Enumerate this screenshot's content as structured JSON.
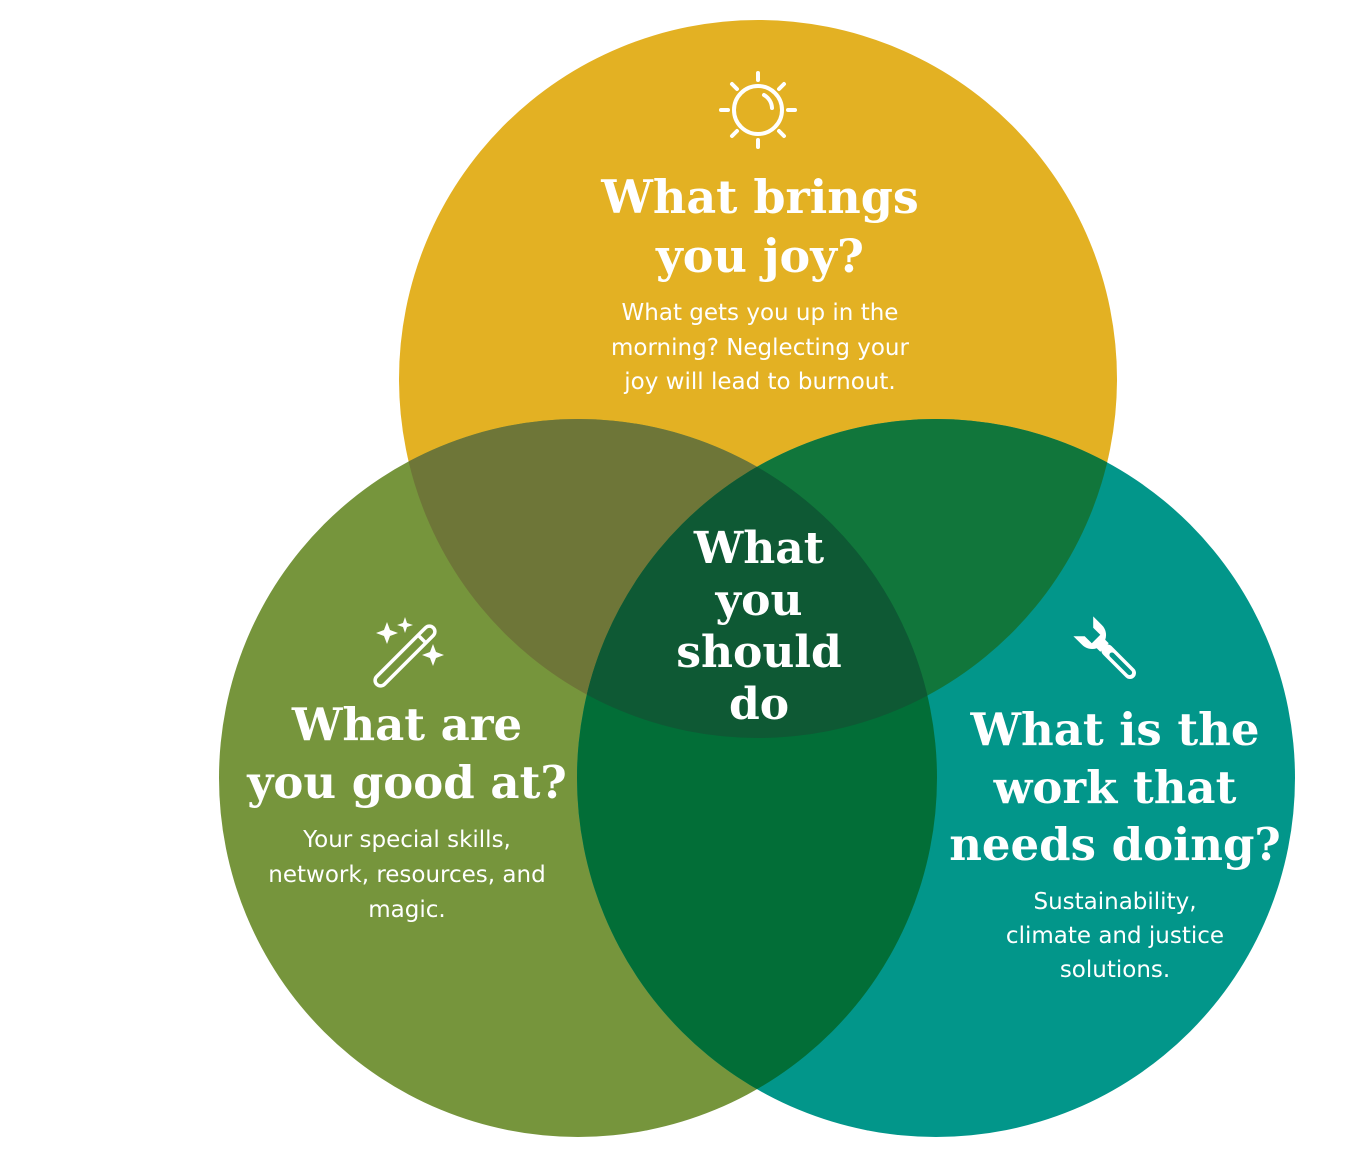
{
  "colors": {
    "joy": "#E3B123",
    "good": "#76953C",
    "work": "#02968A",
    "joy_good": "#6E7638",
    "joy_work": "#11763B",
    "good_work": "#026E37",
    "center": "#0E5934",
    "text": "#FFFFFF"
  },
  "circles": {
    "joy": {
      "icon": "sun-icon",
      "heading": [
        "What brings",
        "you joy?"
      ],
      "body": [
        "What gets you up in the",
        "morning? Neglecting your",
        "joy will lead to burnout."
      ]
    },
    "good": {
      "icon": "magic-wand-icon",
      "heading": [
        "What are",
        "you good at?"
      ],
      "body": [
        "Your special skills,",
        "network, resources, and",
        "magic."
      ]
    },
    "work": {
      "icon": "wrench-icon",
      "heading": [
        "What is the",
        "work that",
        "needs doing?"
      ],
      "body": [
        "Sustainability,",
        "climate and justice",
        "solutions."
      ]
    }
  },
  "center": {
    "lines": [
      "What",
      "you",
      "should",
      "do"
    ]
  }
}
